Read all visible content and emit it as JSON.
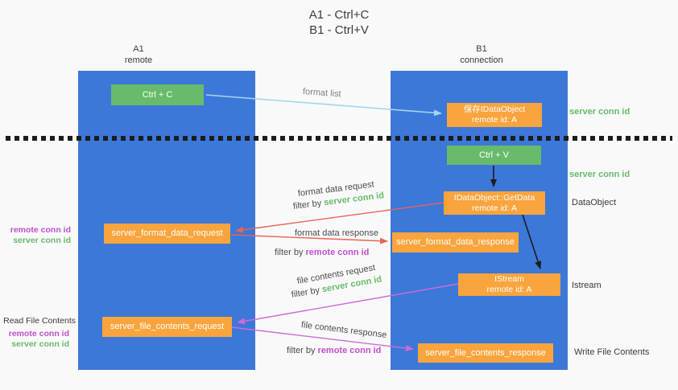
{
  "title": {
    "line1": "A1 - Ctrl+C",
    "line2": "B1 - Ctrl+V"
  },
  "lanes": {
    "a1": {
      "name": "A1",
      "role": "remote"
    },
    "b1": {
      "name": "B1",
      "role": "connection"
    }
  },
  "boxes": {
    "ctrl_c": {
      "label": "Ctrl + C"
    },
    "save_idataobject": {
      "line1": "保存IDataObject",
      "line2": "remote id: A"
    },
    "ctrl_v": {
      "label": "Ctrl + V"
    },
    "getdata": {
      "line1": "IDataObject::GetData",
      "line2": "remote id: A"
    },
    "format_request": {
      "label": "server_format_data_request"
    },
    "format_response": {
      "label": "server_format_data_response"
    },
    "istream": {
      "line1": "IStream",
      "line2": "remote id: A"
    },
    "file_request": {
      "label": "server_file_contents_request"
    },
    "file_response": {
      "label": "server_file_contents_response"
    }
  },
  "right_labels": {
    "server_conn_id_1": "server conn id",
    "server_conn_id_2": "server conn id",
    "dataobject": "DataObject",
    "istream": "Istream",
    "write_file_contents": "Write File Contents"
  },
  "left_labels": {
    "format": {
      "remote_conn_id": "remote conn id",
      "server_conn_id": "server conn id"
    },
    "read_file_contents": "Read File Contents",
    "file": {
      "remote_conn_id": "remote conn id",
      "server_conn_id": "server conn id"
    }
  },
  "arrows": {
    "format_list": {
      "label": "format list"
    },
    "format_data_request": {
      "label": "format data request",
      "filter_prefix": "filter by",
      "filter_key": "server conn id"
    },
    "format_data_response": {
      "label": "format data response",
      "filter_prefix": "filter by",
      "filter_key": "remote conn id"
    },
    "file_contents_request": {
      "label": "file contents request",
      "filter_prefix": "filter by",
      "filter_key": "server conn id"
    },
    "file_contents_response": {
      "label": "file contents response",
      "filter_prefix": "filter by",
      "filter_key": "remote conn id"
    }
  },
  "colors": {
    "lane_blue": "#3c78d8",
    "box_green": "#67bb6a",
    "box_orange": "#f9a43d",
    "arrow_red": "#e96455",
    "arrow_magenta": "#d06ad4",
    "arrow_lightblue": "#a6d4ee",
    "label_green": "#67bb6a",
    "label_magenta": "#bf4fce",
    "divider_black": "#1c1c1c",
    "background": "#f9f9f9"
  }
}
